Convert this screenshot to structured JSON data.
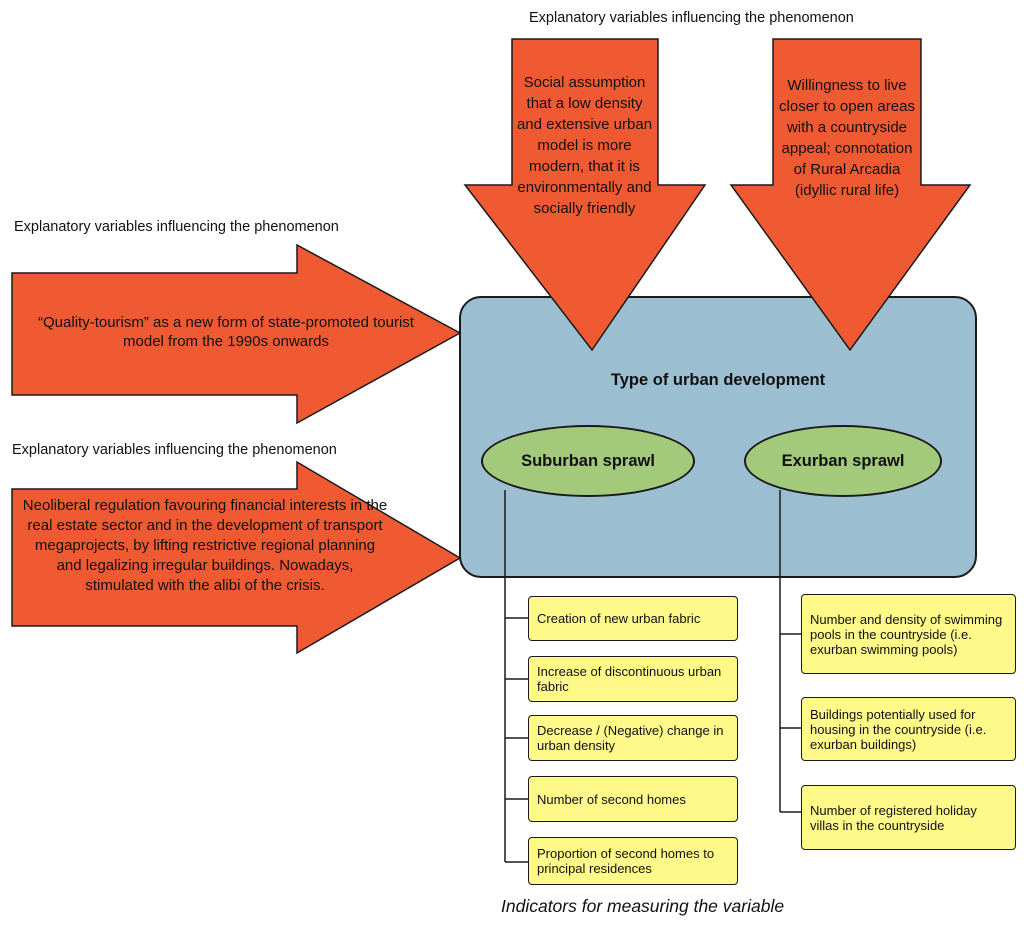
{
  "captions": {
    "top": "Explanatory variables influencing the phenomenon",
    "left_upper": "Explanatory variables influencing the phenomenon",
    "left_lower": "Explanatory variables influencing the phenomenon"
  },
  "arrows": {
    "top_left": "Social assumption that a low density and extensive urban model is more modern, that it is environmentally and socially friendly",
    "top_right": "Willingness to live closer to open areas with a countryside appeal; connotation of Rural Arcadia (idyllic rural life)",
    "left_upper": "“Quality-tourism” as a new form of state-promoted tourist model from the 1990s onwards",
    "left_lower": "Neoliberal regulation favouring financial interests in the real estate sector and in the development of transport megaprojects, by lifting restrictive regional planning and legalizing irregular buildings. Nowadays, stimulated with the alibi of the crisis."
  },
  "panel": {
    "title": "Type of urban development",
    "suburban": "Suburban sprawl",
    "exurban": "Exurban sprawl"
  },
  "suburban_indicators": [
    "Creation of new urban fabric",
    "Increase of discontinuous urban fabric",
    "Decrease / (Negative) change in urban density",
    "Number of second homes",
    "Proportion of second homes to principal residences"
  ],
  "exurban_indicators": [
    "Number and density of swimming pools in the countryside (i.e. exurban swimming pools)",
    "Buildings potentially used for housing in the countryside (i.e. exurban buildings)",
    "Number of registered holiday villas in the countryside"
  ],
  "footer": "Indicators for measuring the variable",
  "colors": {
    "arrow_fill": "#f05a33",
    "panel_fill": "#9bbfd1",
    "ellipse_fill": "#a3c97b",
    "indicator_fill": "#fff98a"
  }
}
